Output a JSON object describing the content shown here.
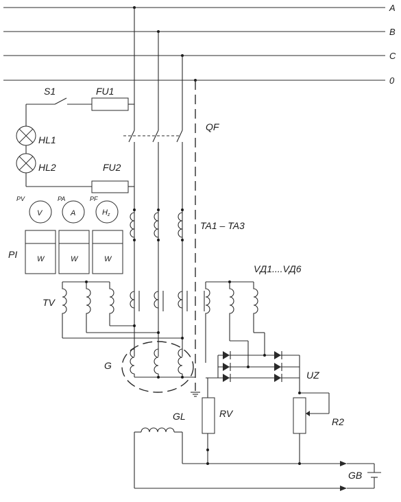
{
  "bus_labels": {
    "A": "A",
    "B": "B",
    "C": "C",
    "N": "0"
  },
  "labels": {
    "s1": "S1",
    "fu1": "FU1",
    "fu2": "FU2",
    "hl1": "HL1",
    "hl2": "HL2",
    "qf": "QF",
    "pv": "PV",
    "pa": "PA",
    "pf": "PF",
    "pi": "PI",
    "ta": "TA1 – TA3",
    "tv": "TV",
    "vd": "VД1....VД6",
    "g": "G",
    "uz": "UZ",
    "gl": "GL",
    "rv": "RV",
    "r2": "R2",
    "gb": "GB"
  },
  "meters": {
    "voltmeter": "V",
    "ammeter": "A",
    "frequency_main": "H",
    "frequency_sub": "z",
    "wattmeters": [
      "W",
      "W",
      "W"
    ]
  }
}
